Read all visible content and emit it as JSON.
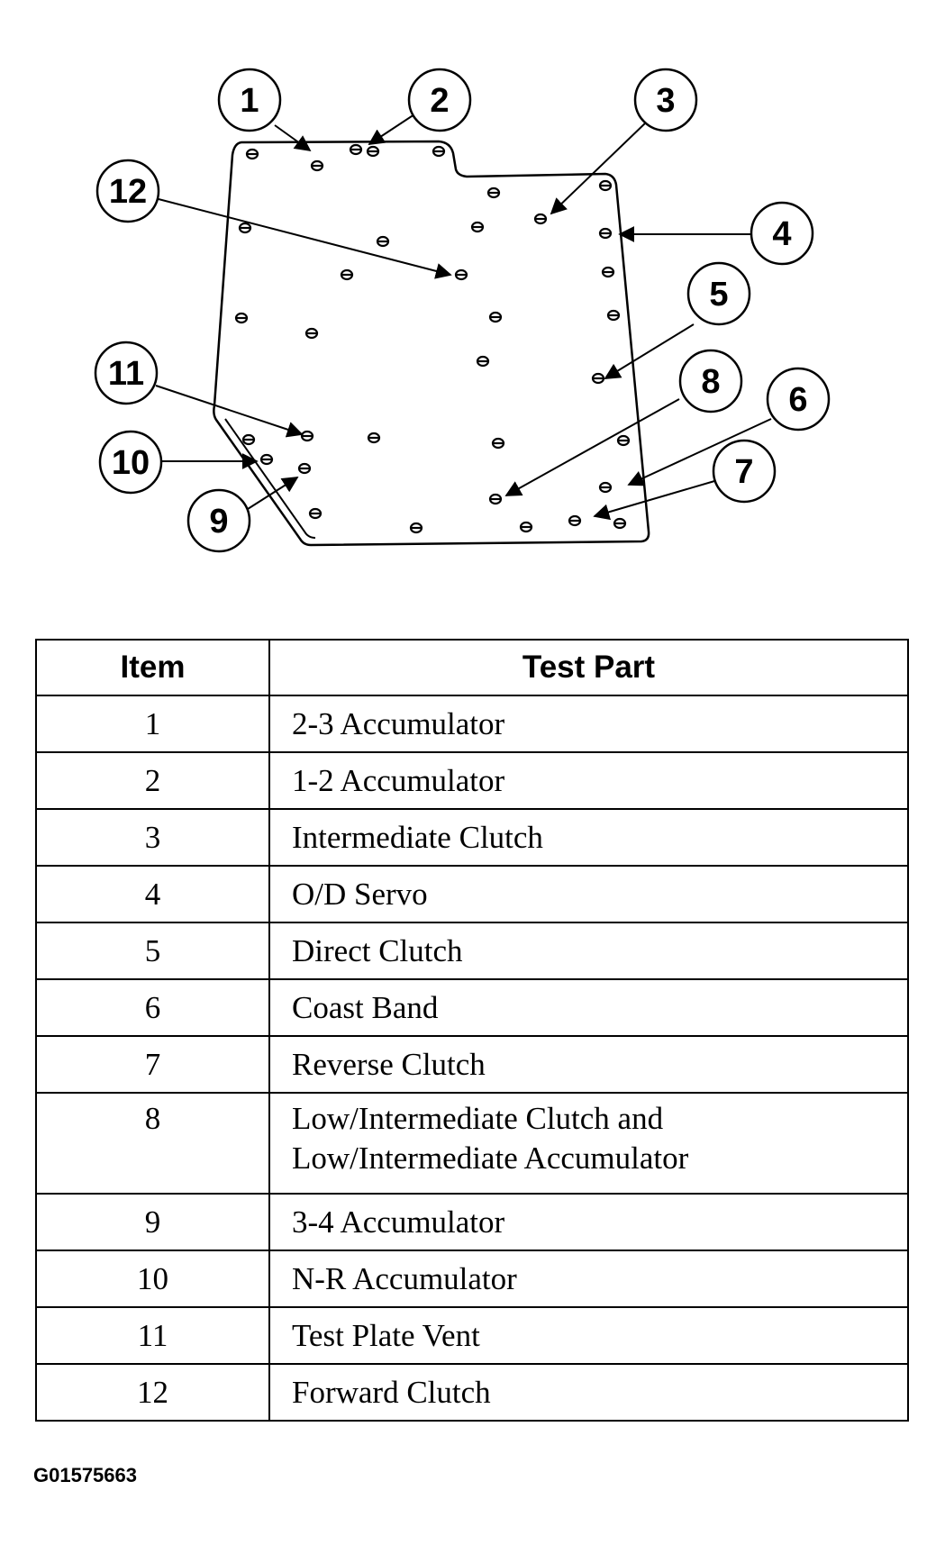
{
  "diagram": {
    "callouts": [
      "1",
      "2",
      "3",
      "4",
      "5",
      "6",
      "7",
      "8",
      "9",
      "10",
      "11",
      "12"
    ]
  },
  "table": {
    "headers": {
      "item": "Item",
      "test_part": "Test Part"
    },
    "rows": [
      {
        "item": "1",
        "part": "2-3 Accumulator"
      },
      {
        "item": "2",
        "part": "1-2 Accumulator"
      },
      {
        "item": "3",
        "part": "Intermediate Clutch"
      },
      {
        "item": "4",
        "part": "O/D Servo"
      },
      {
        "item": "5",
        "part": "Direct Clutch"
      },
      {
        "item": "6",
        "part": "Coast Band"
      },
      {
        "item": "7",
        "part": "Reverse Clutch"
      },
      {
        "item": "8",
        "part_line1": "Low/Intermediate Clutch and",
        "part_line2": "Low/Intermediate Accumulator"
      },
      {
        "item": "9",
        "part": "3-4 Accumulator"
      },
      {
        "item": "10",
        "part": "N-R Accumulator"
      },
      {
        "item": "11",
        "part": "Test Plate Vent"
      },
      {
        "item": "12",
        "part": "Forward Clutch"
      }
    ]
  },
  "figure_id": "G01575663"
}
